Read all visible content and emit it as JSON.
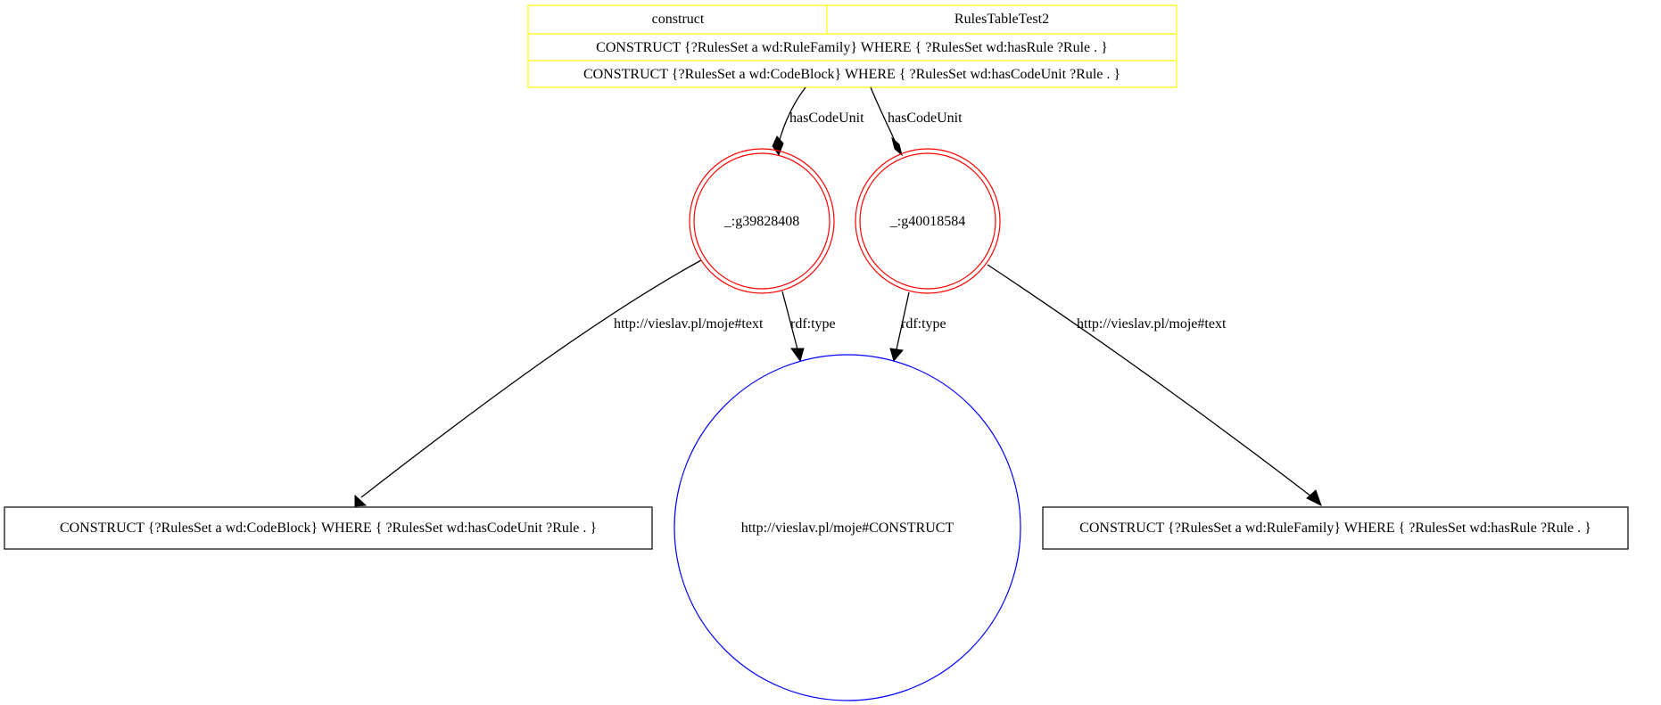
{
  "table": {
    "header_left": "construct",
    "header_right": "RulesTableTest2",
    "rows": [
      "CONSTRUCT {?RulesSet a wd:RuleFamily} WHERE { ?RulesSet wd:hasRule ?Rule . }",
      "CONSTRUCT {?RulesSet a wd:CodeBlock} WHERE { ?RulesSet wd:hasCodeUnit ?Rule . }"
    ],
    "border_color": "#ffff00"
  },
  "nodes": {
    "blank1": "_:g39828408",
    "blank2": "_:g40018584",
    "construct_class": "http://vieslav.pl/moje#CONSTRUCT",
    "literal_left": "CONSTRUCT {?RulesSet a wd:CodeBlock} WHERE { ?RulesSet wd:hasCodeUnit ?Rule . }",
    "literal_right": "CONSTRUCT {?RulesSet a wd:RuleFamily} WHERE { ?RulesSet wd:hasRule ?Rule . }"
  },
  "edges": {
    "has_code_unit_1": "hasCodeUnit",
    "has_code_unit_2": "hasCodeUnit",
    "text_1": "http://vieslav.pl/moje#text",
    "type_1": "rdf:type",
    "type_2": "rdf:type",
    "text_2": "http://vieslav.pl/moje#text"
  },
  "colors": {
    "blank_node_border": "#ff0000",
    "class_node_border": "#0000ff",
    "edge": "#000000"
  }
}
